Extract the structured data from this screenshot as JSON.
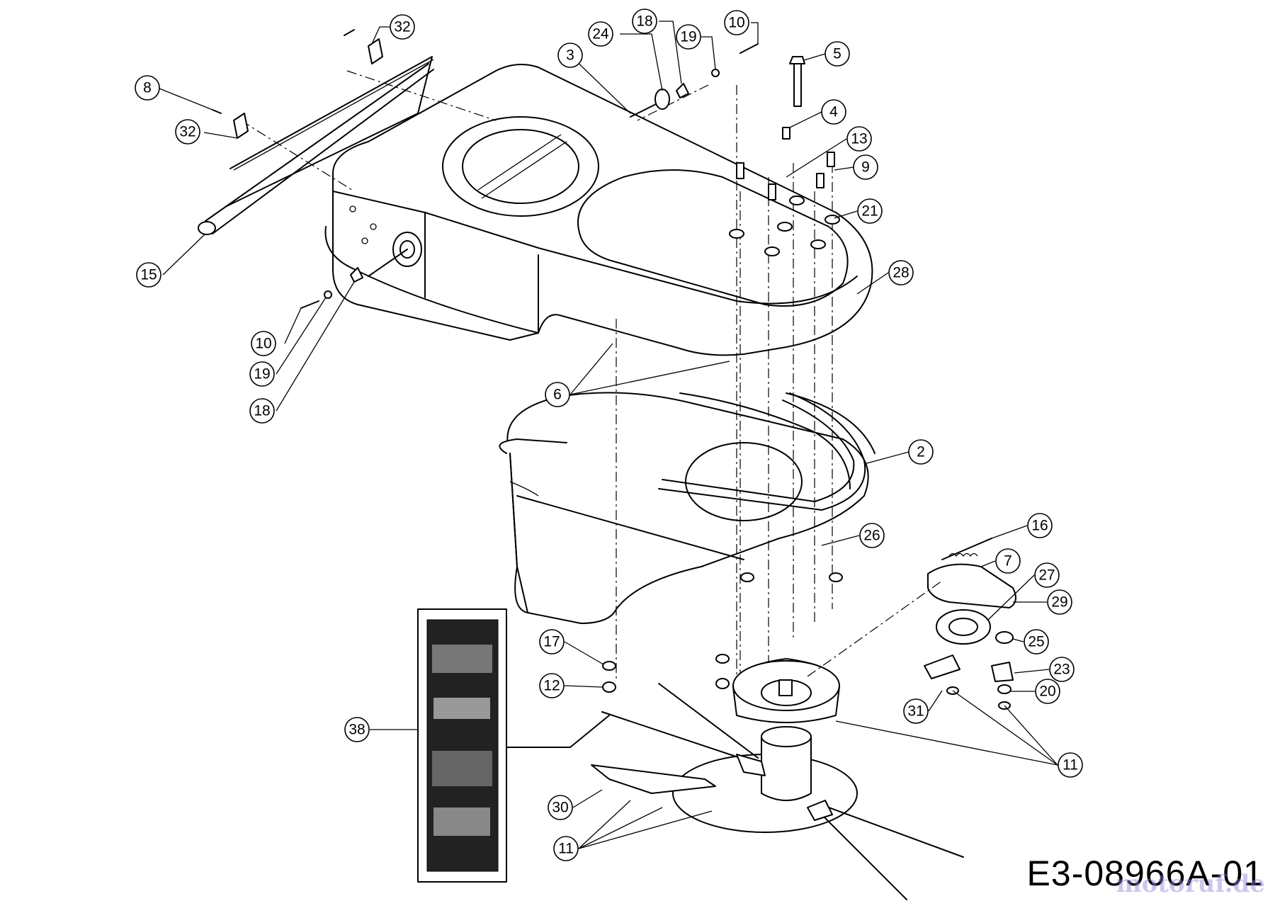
{
  "drawing_code": "E3-08966A-01",
  "watermark": "motoruf.de",
  "colors": {
    "ink": "#000000",
    "paper": "#ffffff",
    "watermark": "#8c82dc"
  },
  "callouts": [
    {
      "id": "c32a",
      "label": "32"
    },
    {
      "id": "c8",
      "label": "8"
    },
    {
      "id": "c32b",
      "label": "32"
    },
    {
      "id": "c15",
      "label": "15"
    },
    {
      "id": "c10a",
      "label": "10"
    },
    {
      "id": "c19a",
      "label": "19"
    },
    {
      "id": "c18a",
      "label": "18"
    },
    {
      "id": "c3",
      "label": "3"
    },
    {
      "id": "c24",
      "label": "24"
    },
    {
      "id": "c18b",
      "label": "18"
    },
    {
      "id": "c19b",
      "label": "19"
    },
    {
      "id": "c10b",
      "label": "10"
    },
    {
      "id": "c5",
      "label": "5"
    },
    {
      "id": "c4",
      "label": "4"
    },
    {
      "id": "c13",
      "label": "13"
    },
    {
      "id": "c9",
      "label": "9"
    },
    {
      "id": "c21",
      "label": "21"
    },
    {
      "id": "c28",
      "label": "28"
    },
    {
      "id": "c6",
      "label": "6"
    },
    {
      "id": "c2",
      "label": "2"
    },
    {
      "id": "c26",
      "label": "26"
    },
    {
      "id": "c16",
      "label": "16"
    },
    {
      "id": "c7",
      "label": "7"
    },
    {
      "id": "c27",
      "label": "27"
    },
    {
      "id": "c29",
      "label": "29"
    },
    {
      "id": "c25",
      "label": "25"
    },
    {
      "id": "c23",
      "label": "23"
    },
    {
      "id": "c20",
      "label": "20"
    },
    {
      "id": "c17",
      "label": "17"
    },
    {
      "id": "c12",
      "label": "12"
    },
    {
      "id": "c31",
      "label": "31"
    },
    {
      "id": "c11a",
      "label": "11"
    },
    {
      "id": "c38",
      "label": "38"
    },
    {
      "id": "c30",
      "label": "30"
    },
    {
      "id": "c11b",
      "label": "11"
    }
  ]
}
